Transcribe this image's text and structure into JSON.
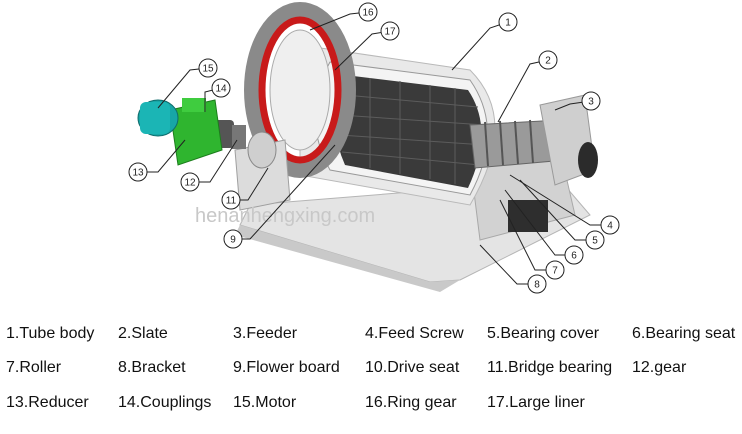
{
  "watermark": "henanhengxing.com",
  "callout_numbers": [
    "1",
    "2",
    "3",
    "4",
    "5",
    "6",
    "7",
    "8",
    "9",
    "11",
    "12",
    "13",
    "14",
    "15",
    "16",
    "17"
  ],
  "legend": [
    {
      "num": "1",
      "label": "1.Tube body"
    },
    {
      "num": "2",
      "label": "2.Slate"
    },
    {
      "num": "3",
      "label": "3.Feeder"
    },
    {
      "num": "4",
      "label": "4.Feed Screw"
    },
    {
      "num": "5",
      "label": "5.Bearing cover"
    },
    {
      "num": "6",
      "label": "6.Bearing seat"
    },
    {
      "num": "7",
      "label": "7.Roller"
    },
    {
      "num": "8",
      "label": "8.Bracket"
    },
    {
      "num": "9",
      "label": "9.Flower board"
    },
    {
      "num": "10",
      "label": "10.Drive seat"
    },
    {
      "num": "11",
      "label": "11.Bridge bearing"
    },
    {
      "num": "12",
      "label": "12.gear"
    },
    {
      "num": "13",
      "label": "13.Reducer"
    },
    {
      "num": "14",
      "label": "14.Couplings"
    },
    {
      "num": "15",
      "label": "15.Motor"
    },
    {
      "num": "16",
      "label": "16.Ring gear"
    },
    {
      "num": "17",
      "label": "17.Large liner"
    }
  ],
  "colors": {
    "motor": "#17a6a6",
    "reducer": "#2fb52f",
    "ring_gear": "#c81a1a",
    "body": "#d8d8d8",
    "liner": "#333333"
  }
}
